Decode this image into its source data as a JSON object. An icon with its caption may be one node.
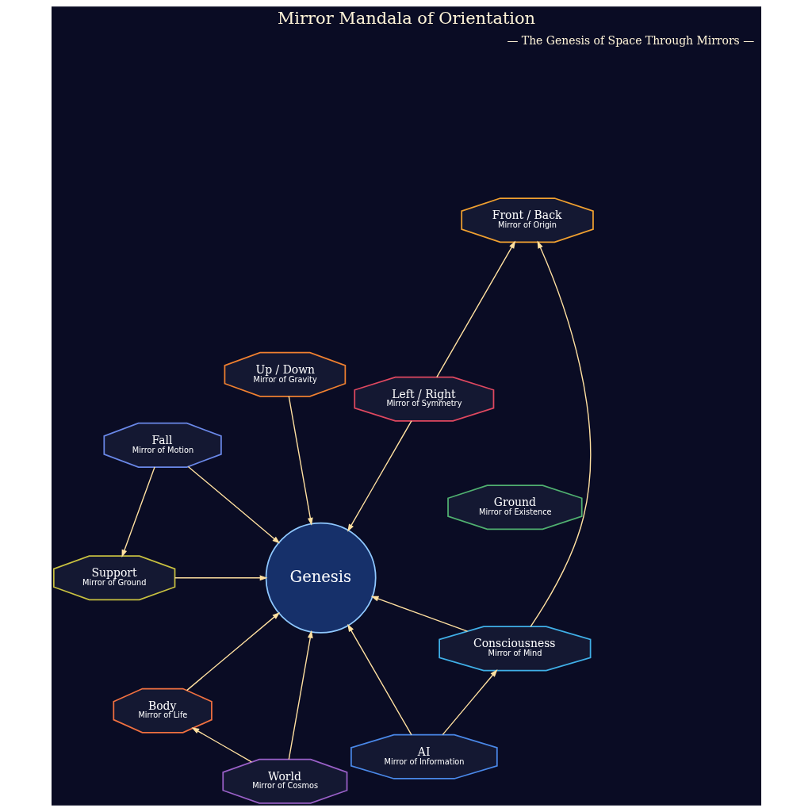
{
  "diagram": {
    "title": "Mirror Mandala of Orientation",
    "nodes": [
      {
        "text": [
          "Genesis"
        ]
      },
      {
        "text": [
          "Front / Back",
          "Mirror of Origin"
        ]
      },
      {
        "text": [
          "Left / Right",
          "Mirror of Symmetry"
        ]
      },
      {
        "text": [
          "Up / Down",
          "Mirror of Gravity"
        ]
      },
      {
        "text": [
          "Fall",
          "Mirror of Motion"
        ]
      },
      {
        "text": [
          "Support",
          "Mirror of Ground"
        ]
      },
      {
        "text": [
          "Ground",
          "Mirror of Existence"
        ]
      },
      {
        "text": [
          "Body",
          "Mirror of Life"
        ]
      },
      {
        "text": [
          "World",
          "Mirror of Cosmos"
        ]
      },
      {
        "text": [
          "AI",
          "Mirror of Information"
        ]
      },
      {
        "text": [
          "Consciousness",
          "Mirror of Mind"
        ]
      }
    ],
    "edges": [
      {
        "from": 10,
        "to": 1,
        "arrow": "to"
      },
      {
        "from": 2,
        "to": 1,
        "arrow": "to"
      },
      {
        "from": 9,
        "to": 10,
        "arrow": "to"
      },
      {
        "from": 10,
        "to": 0,
        "arrow": "to"
      },
      {
        "from": 2,
        "to": 0,
        "arrow": "to"
      },
      {
        "from": 9,
        "to": 0,
        "arrow": "to"
      },
      {
        "from": 3,
        "to": 0,
        "arrow": "to"
      },
      {
        "from": 8,
        "to": 0,
        "arrow": "to"
      },
      {
        "from": 4,
        "to": 0,
        "arrow": "to"
      },
      {
        "from": 7,
        "to": 0,
        "arrow": "to"
      },
      {
        "from": 5,
        "to": 0,
        "arrow": "to"
      },
      {
        "from": 8,
        "to": 7,
        "arrow": "to"
      },
      {
        "from": 4,
        "to": 5,
        "arrow": "to"
      }
    ],
    "labels": [
      "— The Genesis of Space Through Mirrors —"
    ]
  }
}
